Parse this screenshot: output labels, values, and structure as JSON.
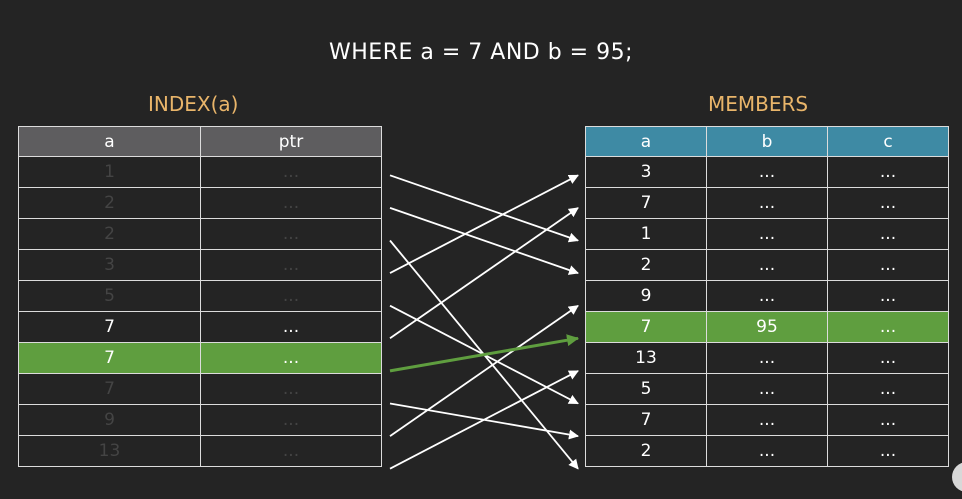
{
  "query": "WHERE a = 7 AND b = 95;",
  "index": {
    "title": "INDEX(a)",
    "headers": [
      "a",
      "ptr"
    ],
    "rows": [
      {
        "a": "1",
        "ptr": "..."
      },
      {
        "a": "2",
        "ptr": "..."
      },
      {
        "a": "2",
        "ptr": "..."
      },
      {
        "a": "3",
        "ptr": "..."
      },
      {
        "a": "5",
        "ptr": "..."
      },
      {
        "a": "7",
        "ptr": "..."
      },
      {
        "a": "7",
        "ptr": "..."
      },
      {
        "a": "7",
        "ptr": "..."
      },
      {
        "a": "9",
        "ptr": "..."
      },
      {
        "a": "13",
        "ptr": "..."
      }
    ]
  },
  "members": {
    "title": "MEMBERS",
    "headers": [
      "a",
      "b",
      "c"
    ],
    "rows": [
      {
        "a": "3",
        "b": "...",
        "c": "..."
      },
      {
        "a": "7",
        "b": "...",
        "c": "..."
      },
      {
        "a": "1",
        "b": "...",
        "c": "..."
      },
      {
        "a": "2",
        "b": "...",
        "c": "..."
      },
      {
        "a": "9",
        "b": "...",
        "c": "..."
      },
      {
        "a": "7",
        "b": "95",
        "c": "..."
      },
      {
        "a": "13",
        "b": "...",
        "c": "..."
      },
      {
        "a": "5",
        "b": "...",
        "c": "..."
      },
      {
        "a": "7",
        "b": "...",
        "c": "..."
      },
      {
        "a": "2",
        "b": "...",
        "c": "..."
      }
    ]
  },
  "pointers": [
    {
      "from": 0,
      "to": 2
    },
    {
      "from": 1,
      "to": 3
    },
    {
      "from": 2,
      "to": 9
    },
    {
      "from": 3,
      "to": 0
    },
    {
      "from": 4,
      "to": 7
    },
    {
      "from": 5,
      "to": 1
    },
    {
      "from": 6,
      "to": 5
    },
    {
      "from": 7,
      "to": 8
    },
    {
      "from": 8,
      "to": 4
    },
    {
      "from": 9,
      "to": 6
    }
  ],
  "colors": {
    "background": "#242424",
    "title": "#e9b56a",
    "highlight": "#5f9e3f",
    "members_header": "#3e8aa4",
    "index_header": "#5e5d5f",
    "dim_text": "#444444"
  }
}
